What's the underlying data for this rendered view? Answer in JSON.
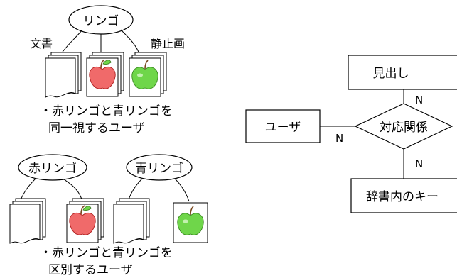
{
  "left_panel": {
    "top_group": {
      "concept_label": "リンゴ",
      "doc_label": "文書",
      "image_label": "静止画",
      "caption_line1": "・赤リンゴと青リンゴを",
      "caption_line2": "同一視するユーザ"
    },
    "bottom_group": {
      "red_label": "赤リンゴ",
      "green_label": "青リンゴ",
      "caption_line1": "・赤リンゴと青リンゴを",
      "caption_line2": "区別するユーザ"
    }
  },
  "er_diagram": {
    "heading_entity": "見出し",
    "relation": "対応関係",
    "user_entity": "ユーザ",
    "key_entity": "辞書内のキー",
    "cardinality_top": "N",
    "cardinality_left": "N",
    "cardinality_bottom": "N"
  },
  "colors": {
    "red_apple": "#f06a6a",
    "green_apple": "#6fd64a",
    "stem": "#7a4a20",
    "line": "#000000"
  }
}
